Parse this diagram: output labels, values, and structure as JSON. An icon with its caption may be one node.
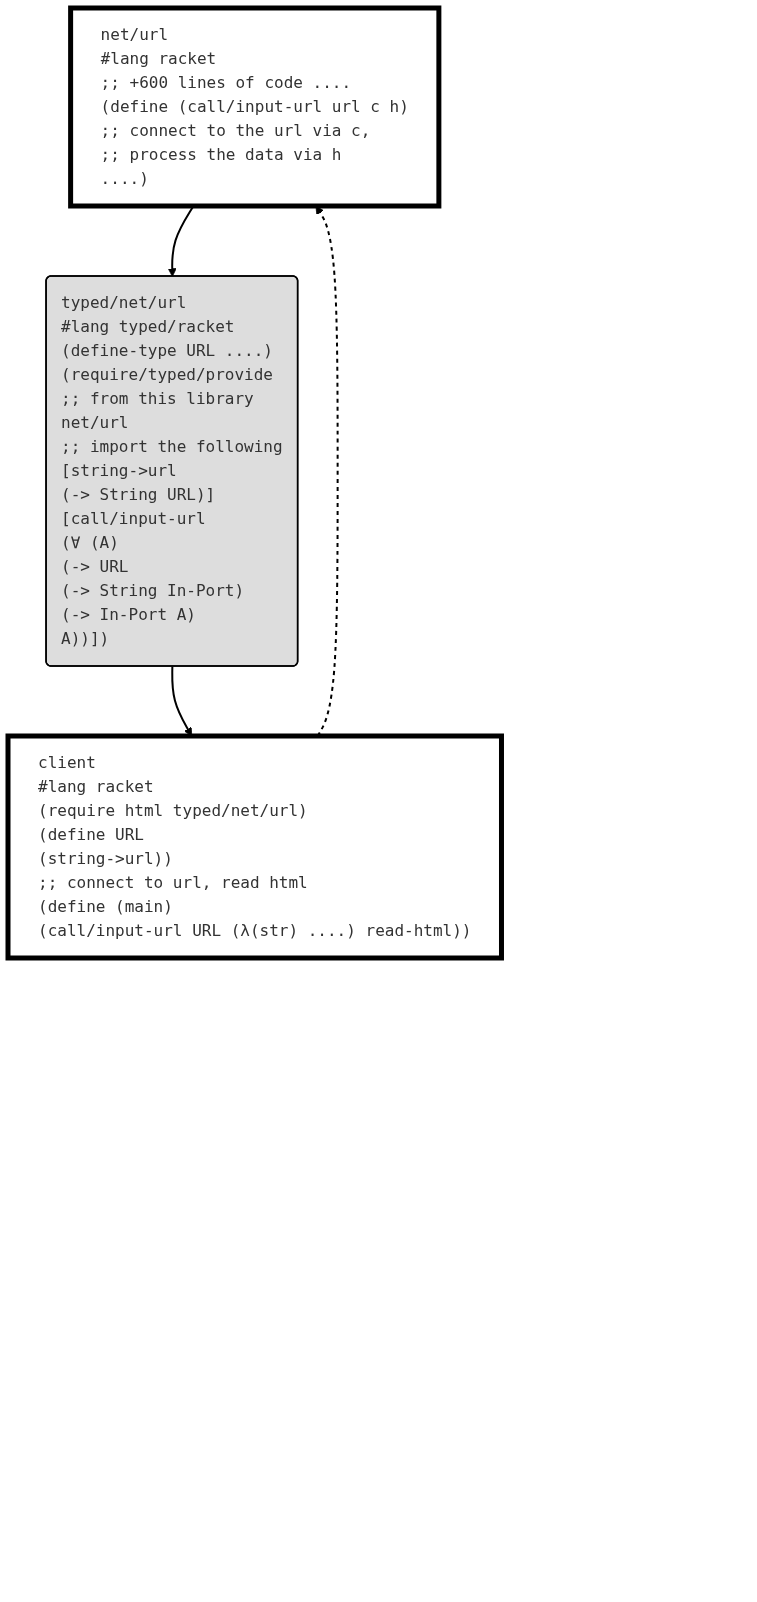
{
  "diagram": {
    "nodes": [
      {
        "text": [
          "net/url",
          "#lang racket",
          ";; +600 lines of code ....",
          "(define (call/input-url url c h)",
          ";; connect to the url via c,",
          ";; process the data via h",
          "....)"
        ]
      },
      {
        "text": [
          "typed/net/url",
          "#lang typed/racket",
          "(define-type URL ....)",
          "(require/typed/provide",
          ";; from this library",
          "net/url",
          ";; import the following",
          "[string->url",
          "(-> String URL)]",
          "[call/input-url",
          "(∀ (A)",
          "(-> URL",
          "(-> String In-Port)",
          "(-> In-Port A)",
          "A))])"
        ]
      },
      {
        "text": [
          "client",
          "#lang racket",
          "(require html typed/net/url)",
          "(define URL",
          "(string->url))",
          ";; connect to url, read html",
          "(define (main)",
          "(call/input-url URL (λ(str) ....) read-html))"
        ]
      }
    ],
    "edges": [
      {
        "from": 0,
        "to": 1,
        "arrow": "to"
      },
      {
        "from": 1,
        "to": 2,
        "arrow": "to"
      },
      {
        "from": 2,
        "to": 0,
        "arrow": "to",
        "style": "dashed"
      }
    ]
  }
}
